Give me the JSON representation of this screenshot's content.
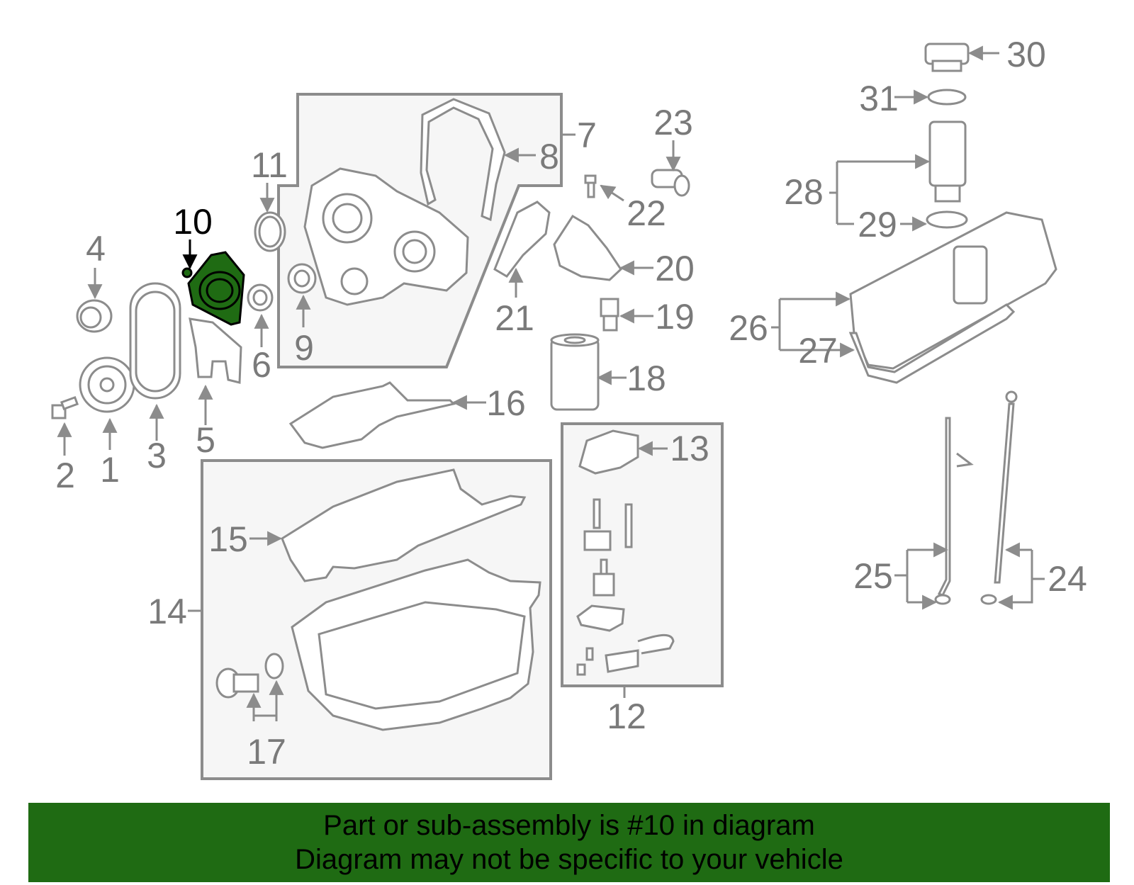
{
  "diagram": {
    "highlighted_part": "10",
    "colors": {
      "line": "#8c8c8c",
      "highlight_fill": "#1f6b13",
      "highlight_text": "#000000",
      "panel_fill": "#f6f6f6"
    },
    "callouts": [
      {
        "id": "1",
        "text": "1"
      },
      {
        "id": "2",
        "text": "2"
      },
      {
        "id": "3",
        "text": "3"
      },
      {
        "id": "4",
        "text": "4"
      },
      {
        "id": "5",
        "text": "5"
      },
      {
        "id": "6",
        "text": "6"
      },
      {
        "id": "7",
        "text": "7"
      },
      {
        "id": "8",
        "text": "8"
      },
      {
        "id": "9",
        "text": "9"
      },
      {
        "id": "10",
        "text": "10"
      },
      {
        "id": "11",
        "text": "11"
      },
      {
        "id": "12",
        "text": "12"
      },
      {
        "id": "13",
        "text": "13"
      },
      {
        "id": "14",
        "text": "14"
      },
      {
        "id": "15",
        "text": "15"
      },
      {
        "id": "16",
        "text": "16"
      },
      {
        "id": "17",
        "text": "17"
      },
      {
        "id": "18",
        "text": "18"
      },
      {
        "id": "19",
        "text": "19"
      },
      {
        "id": "20",
        "text": "20"
      },
      {
        "id": "21",
        "text": "21"
      },
      {
        "id": "22",
        "text": "22"
      },
      {
        "id": "23",
        "text": "23"
      },
      {
        "id": "24",
        "text": "24"
      },
      {
        "id": "25",
        "text": "25"
      },
      {
        "id": "26",
        "text": "26"
      },
      {
        "id": "27",
        "text": "27"
      },
      {
        "id": "28",
        "text": "28"
      },
      {
        "id": "29",
        "text": "29"
      },
      {
        "id": "30",
        "text": "30"
      },
      {
        "id": "31",
        "text": "31"
      }
    ]
  },
  "banner": {
    "line1": "Part or sub-assembly is #10 in diagram",
    "line2": "Diagram may not be specific to your vehicle",
    "background": "#1f6b13"
  }
}
